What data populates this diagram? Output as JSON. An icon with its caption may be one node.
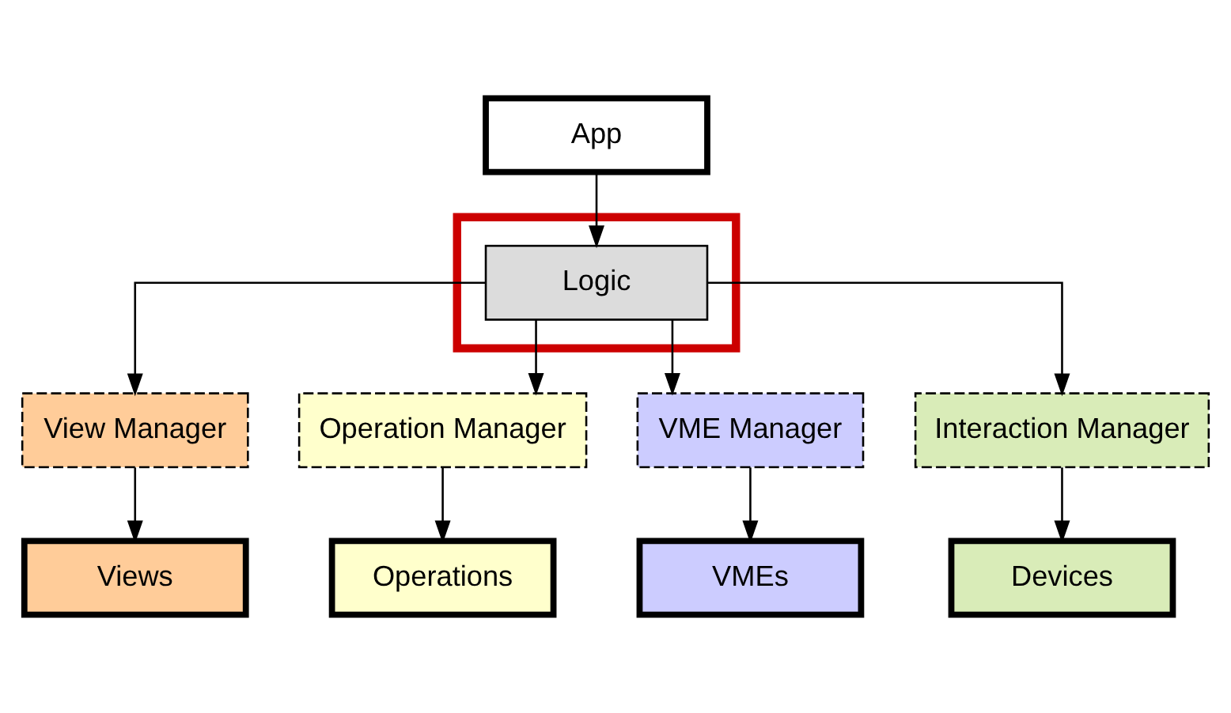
{
  "diagram": {
    "nodes": [
      {
        "text": [
          "App"
        ]
      },
      {
        "text": [],
        "shape": "box"
      },
      {
        "text": [
          "Logic"
        ],
        "in": 1
      },
      {
        "text": [
          "View Manager"
        ]
      },
      {
        "text": [
          "Operation Manager"
        ]
      },
      {
        "text": [
          "VME Manager"
        ]
      },
      {
        "text": [
          "Interaction Manager"
        ]
      },
      {
        "text": [
          "Views"
        ]
      },
      {
        "text": [
          "Operations"
        ]
      },
      {
        "text": [
          "VMEs"
        ]
      },
      {
        "text": [
          "Devices"
        ]
      }
    ],
    "edges": [
      {
        "from": 0,
        "to": 2,
        "arrow": "to"
      },
      {
        "from": 2,
        "to": 3,
        "arrow": "to"
      },
      {
        "from": 2,
        "to": 4,
        "arrow": "to"
      },
      {
        "from": 2,
        "to": 5,
        "arrow": "to"
      },
      {
        "from": 2,
        "to": 6,
        "arrow": "to"
      },
      {
        "from": 3,
        "to": 7,
        "arrow": "to"
      },
      {
        "from": 4,
        "to": 8,
        "arrow": "to"
      },
      {
        "from": 5,
        "to": 9,
        "arrow": "to"
      },
      {
        "from": 6,
        "to": 10,
        "arrow": "to"
      }
    ]
  }
}
